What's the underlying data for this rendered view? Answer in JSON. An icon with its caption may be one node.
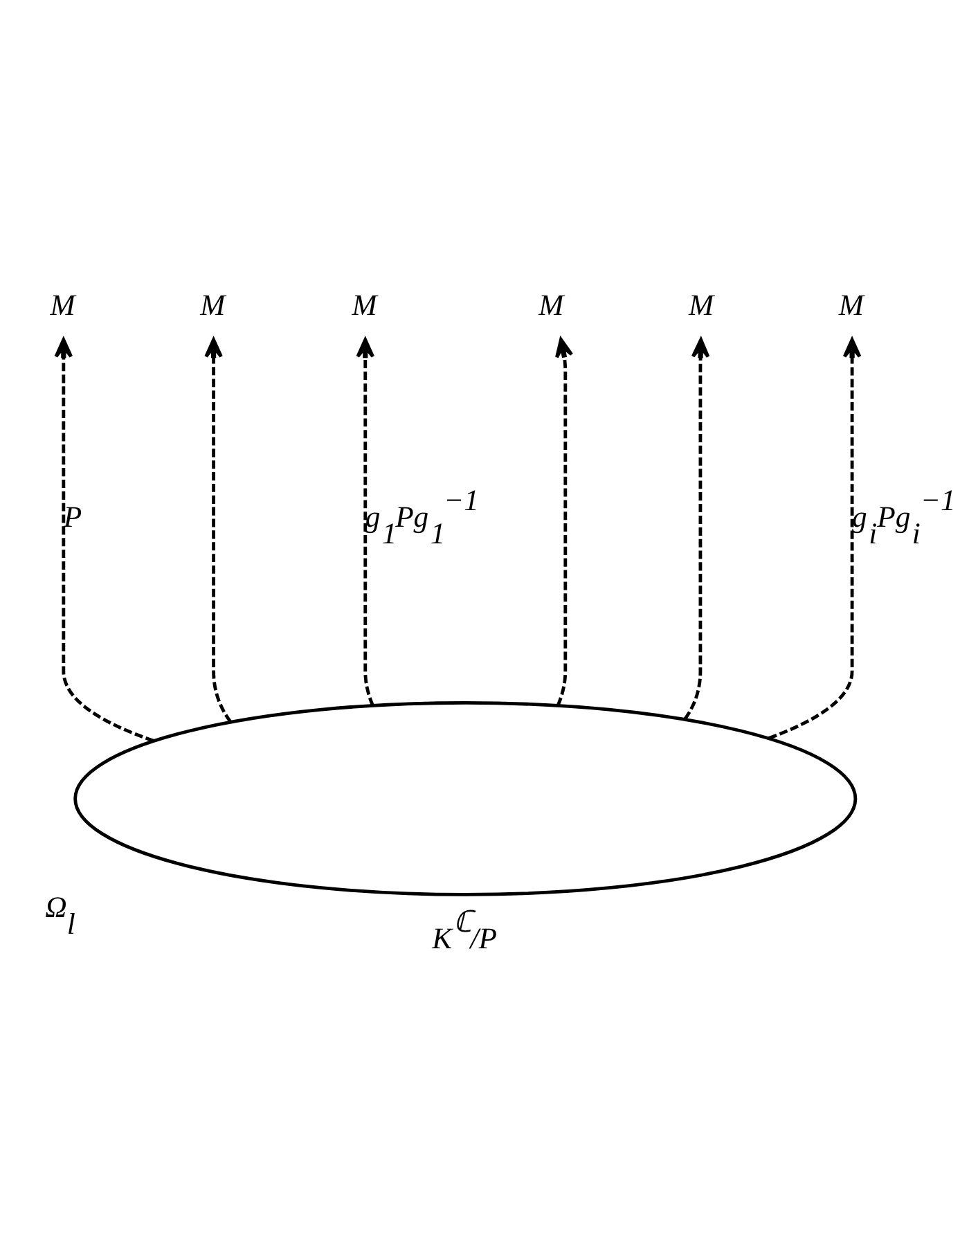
{
  "diagram": {
    "nodes": [
      {
        "text": [],
        "shape": "ellipse",
        "beside": [
          "Ω$_{l}$",
          "K$^{ℂ}$/P"
        ]
      },
      {
        "text": [
          "M"
        ]
      },
      {
        "text": [
          "M"
        ]
      },
      {
        "text": [
          "M"
        ]
      },
      {
        "text": [
          "M"
        ]
      },
      {
        "text": [
          "M"
        ]
      },
      {
        "text": [
          "M"
        ]
      }
    ],
    "edges": [
      {
        "from": 0,
        "to": 1,
        "arrow": "to",
        "style": "dashed",
        "label": "P"
      },
      {
        "from": 0,
        "to": 2,
        "arrow": "to",
        "style": "dashed"
      },
      {
        "from": 0,
        "to": 3,
        "arrow": "to",
        "style": "dashed",
        "label": "g$_{1}$Pg$_{1}$$^{−1}$"
      },
      {
        "from": 0,
        "to": 4,
        "arrow": "to",
        "style": "dashed"
      },
      {
        "from": 0,
        "to": 5,
        "arrow": "to",
        "style": "dashed"
      },
      {
        "from": 0,
        "to": 6,
        "arrow": "to",
        "style": "dashed",
        "label": "g$_{i}$Pg$_{i}$$^{−1}$"
      }
    ]
  }
}
